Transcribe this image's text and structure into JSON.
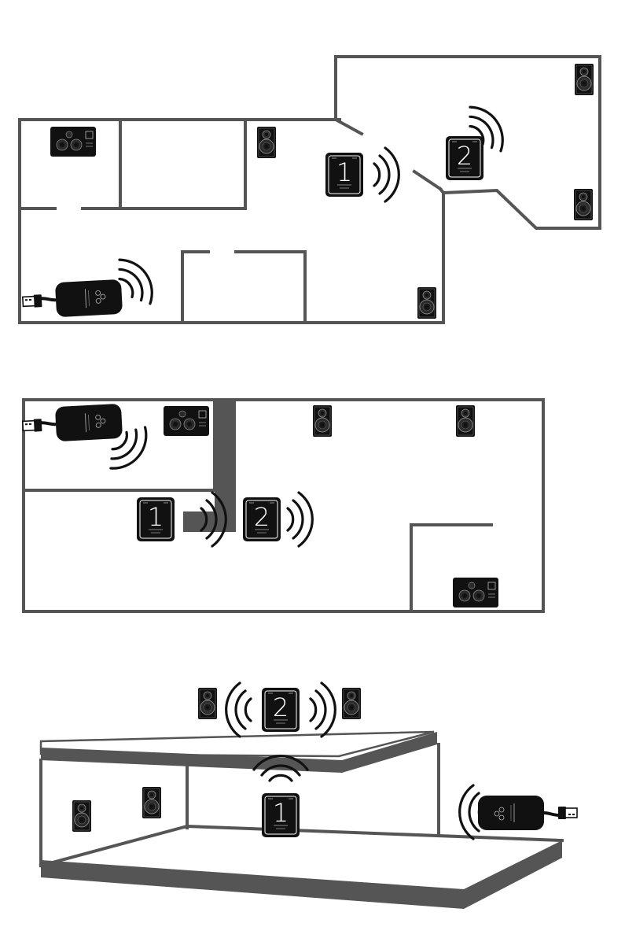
{
  "diagram": {
    "page_background": "#ffffff",
    "wall_color": "#555555",
    "device_color": "#111111",
    "extender_labels": {
      "primary": "1",
      "secondary": "2"
    },
    "scenes": [
      {
        "name": "floor-plan-1"
      },
      {
        "name": "floor-plan-2"
      },
      {
        "name": "two-storey-perspective"
      }
    ]
  }
}
